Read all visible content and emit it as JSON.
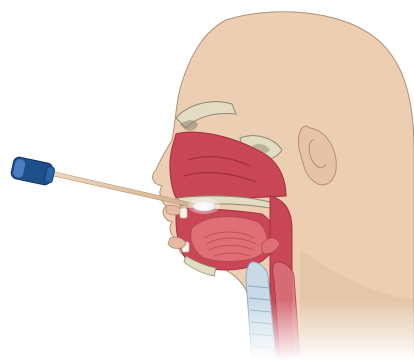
{
  "illustration": {
    "colors": {
      "background": "#ffffff",
      "skin": "#eccfb3",
      "skin_shadow": "#d8b597",
      "outline": "#b58e70",
      "bone": "#e3dcc4",
      "bone_dark": "#8f8770",
      "cavity": "#c84656",
      "cavity_dark": "#a3303f",
      "tongue": "#df6f74",
      "tongue_lines": "#b44955",
      "airway_blue": "#c9dbe8",
      "swab_cap": "#1f4f8a",
      "swab_cap_highlight": "#4f83c4",
      "swab_shaft": "#e3c7a7",
      "swab_tip": "#ffffff"
    },
    "parts": [
      "head-silhouette",
      "ear",
      "nasal-cavity",
      "nasal-bone",
      "oral-cavity",
      "tongue",
      "pharynx",
      "trachea",
      "esophagus",
      "swab-handle-cap",
      "swab-shaft",
      "swab-tip"
    ]
  }
}
